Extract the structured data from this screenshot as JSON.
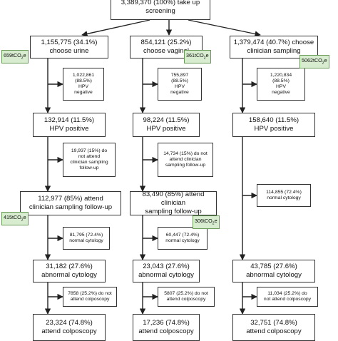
{
  "top": {
    "line1": "3,389,370 (100%) take up",
    "line2": "screening"
  },
  "columns": [
    {
      "key": "urine",
      "choose": [
        "1,155,775 (34.1%)",
        "choose urine"
      ],
      "choose_co2": "659tCO₂e",
      "negative": [
        "1,022,861",
        "(88.5%)",
        "HPV",
        "negative"
      ],
      "positive": [
        "132,914 (11.5%)",
        "HPV positive"
      ],
      "not_attend_followup": [
        "19,937 (15%) do",
        "not attend",
        "clinician sampling",
        "follow-up"
      ],
      "attend_followup": [
        "112,977 (85%) attend",
        "clinician sampling follow-up"
      ],
      "attend_followup_co2": "415tCO₂e",
      "normal": [
        "81,795 (72.4%)",
        "normal cytology"
      ],
      "abnormal": [
        "31,182 (27.6%)",
        "abnormal cytology"
      ],
      "not_attend_colpo": [
        "7858 (25.2%) do not",
        "attend colposcopy"
      ],
      "attend_colpo": [
        "23,324 (74.8%)",
        "attend colposcopy"
      ]
    },
    {
      "key": "vaginal",
      "choose": [
        "854,121 (25.2%)",
        "choose vaginal"
      ],
      "choose_co2": "361tCO₂e",
      "negative": [
        "755,897",
        "(88.5%)",
        "HPV",
        "negative"
      ],
      "positive": [
        "98,224 (11.5%)",
        "HPV positive"
      ],
      "not_attend_followup": [
        "14,734 (15%) do not",
        "attend clinician",
        "sampling follow-up"
      ],
      "attend_followup": [
        "83,490 (85%) attend clinician",
        "sampling follow-up"
      ],
      "attend_followup_co2": "306tCO₂e",
      "normal": [
        "60,447 (72.4%)",
        "normal cytology"
      ],
      "abnormal": [
        "23,043 (27.6%)",
        "abnormal cytology"
      ],
      "not_attend_colpo": [
        "5807 (25.2%) do not",
        "attend colposcopy"
      ],
      "attend_colpo": [
        "17,236 (74.8%)",
        "attend colposcopy"
      ]
    },
    {
      "key": "clinician",
      "choose": [
        "1,379,474 (40.7%) choose",
        "clinician sampling"
      ],
      "choose_co2": "5062tCO₂e",
      "negative": [
        "1,220,834",
        "(88.5%)",
        "HPV",
        "negative"
      ],
      "positive": [
        "158,640 (11.5%)",
        "HPV positive"
      ],
      "normal": [
        "114,855 (72.4%)",
        "normal cytology"
      ],
      "abnormal": [
        "43,785 (27.6%)",
        "abnormal cytology"
      ],
      "not_attend_colpo": [
        "11,034 (25.2%) do",
        "not attend colposcopy"
      ],
      "attend_colpo": [
        "32,751 (74.8%)",
        "attend colposcopy"
      ]
    }
  ]
}
